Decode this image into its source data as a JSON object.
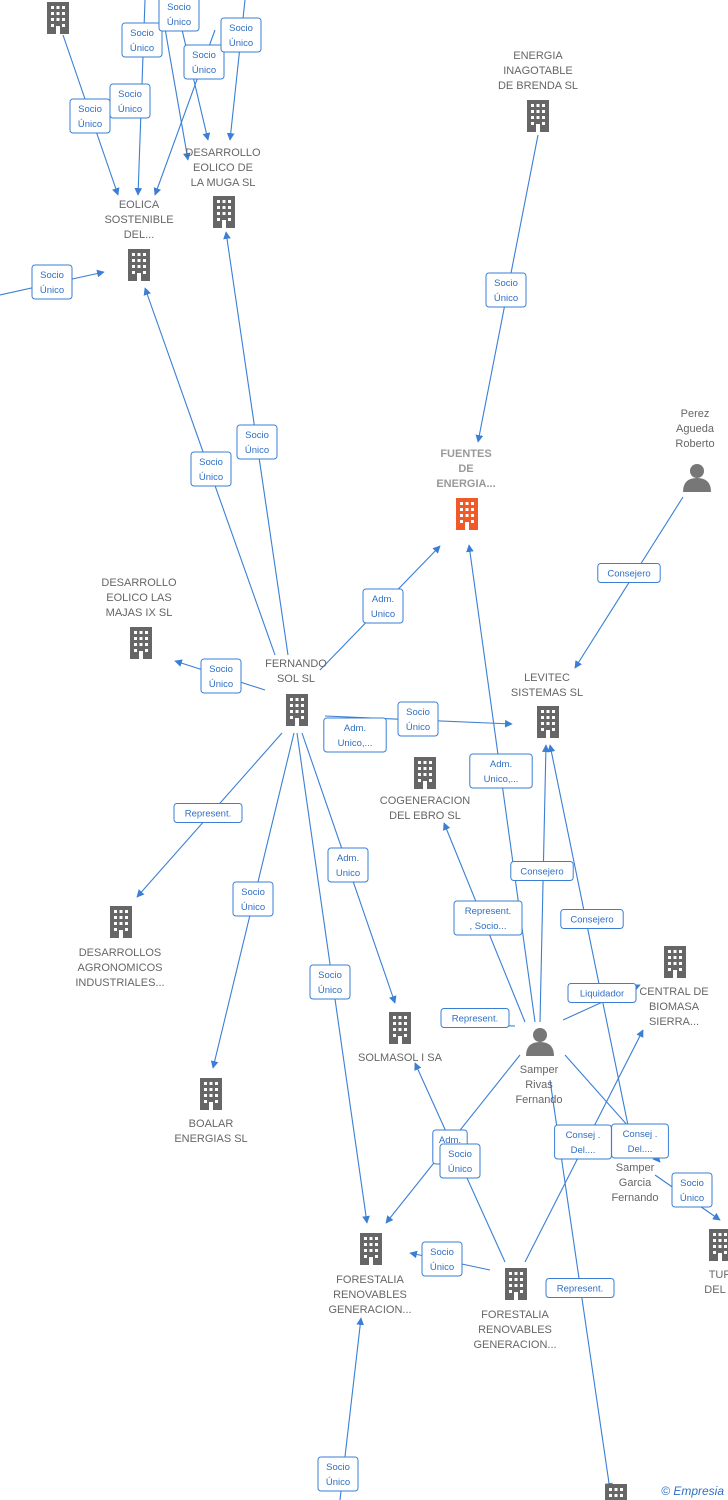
{
  "colors": {
    "edge": "#3a7fd5",
    "company": "#666666",
    "focus": "#f05a28",
    "person": "#777777"
  },
  "nodes": [
    {
      "id": "n_top_left",
      "type": "company",
      "label": []
    },
    {
      "id": "n_energia",
      "type": "company",
      "label": [
        "ENERGIA",
        "INAGOTABLE",
        "DE BRENDA  SL"
      ]
    },
    {
      "id": "n_muga",
      "type": "company",
      "label": [
        "DESARROLLO",
        "EOLICO DE",
        "LA MUGA SL"
      ]
    },
    {
      "id": "n_eolica",
      "type": "company",
      "label": [
        "EOLICA",
        "SOSTENIBLE",
        "DEL..."
      ]
    },
    {
      "id": "n_fuentes",
      "type": "focus",
      "label": [
        "FUENTES",
        "DE",
        "ENERGIA..."
      ]
    },
    {
      "id": "n_perez",
      "type": "person",
      "label": [
        "Perez",
        "Agueda",
        "Roberto"
      ]
    },
    {
      "id": "n_majas",
      "type": "company",
      "label": [
        "DESARROLLO",
        "EOLICO LAS",
        "MAJAS IX  SL"
      ]
    },
    {
      "id": "n_fernando",
      "type": "company",
      "label": [
        "FERNANDO",
        "SOL SL"
      ]
    },
    {
      "id": "n_levitec",
      "type": "company",
      "label": [
        "LEVITEC",
        "SISTEMAS  SL"
      ]
    },
    {
      "id": "n_cogen",
      "type": "company",
      "label": [
        "COGENERACION",
        "DEL EBRO  SL"
      ]
    },
    {
      "id": "n_agronom",
      "type": "company",
      "label": [
        "DESARROLLOS",
        "AGRONOMICOS",
        "INDUSTRIALES..."
      ]
    },
    {
      "id": "n_biomasa",
      "type": "company",
      "label": [
        "CENTRAL DE",
        "BIOMASA",
        "SIERRA..."
      ]
    },
    {
      "id": "n_solmasol",
      "type": "company",
      "label": [
        "SOLMASOL I SA"
      ]
    },
    {
      "id": "n_samper_r",
      "type": "person",
      "label": [
        "Samper",
        "Rivas",
        "Fernando"
      ]
    },
    {
      "id": "n_boalar",
      "type": "company",
      "label": [
        "BOALAR",
        "ENERGIAS  SL"
      ]
    },
    {
      "id": "n_samper_g",
      "type": "person",
      "label": [
        "Samper",
        "Garcia",
        "Fernando"
      ]
    },
    {
      "id": "n_forestalia1",
      "type": "company",
      "label": [
        "FORESTALIA",
        "RENOVABLES",
        "GENERACION..."
      ]
    },
    {
      "id": "n_forestalia2",
      "type": "company",
      "label": [
        "FORESTALIA",
        "RENOVABLES",
        "GENERACION..."
      ]
    },
    {
      "id": "n_tur",
      "type": "company",
      "label": [
        "TUR",
        "DEL V"
      ]
    },
    {
      "id": "n_bottom",
      "type": "company",
      "label": []
    }
  ],
  "edge_labels": [
    [
      "Socio",
      "Único"
    ],
    [
      "Socio",
      "Único"
    ],
    [
      "Socio",
      "Único"
    ],
    [
      "Socio",
      "Único"
    ],
    [
      "Socio",
      "Único"
    ],
    [
      "Socio",
      "Único"
    ],
    [
      "Socio",
      "Único"
    ],
    [
      "Socio",
      "Único"
    ],
    [
      "Socio",
      "Único"
    ],
    [
      "Socio",
      "Único"
    ],
    [
      "Adm.",
      "Unico"
    ],
    [
      "Consejero"
    ],
    [
      "Socio",
      "Único"
    ],
    [
      "Socio",
      "Único"
    ],
    [
      "Adm.",
      "Unico,..."
    ],
    [
      "Represent."
    ],
    [
      "Socio",
      "Único"
    ],
    [
      "Adm.",
      "Unico"
    ],
    [
      "Consejero"
    ],
    [
      "Represent.",
      ", Socio..."
    ],
    [
      "Consejero"
    ],
    [
      "Socio",
      "Único"
    ],
    [
      "Liquidador"
    ],
    [
      "Adm.",
      "Unico,..."
    ],
    [
      "Represent."
    ],
    [
      "Adm.",
      "U..."
    ],
    [
      "Socio",
      "Único"
    ],
    [
      "Socio",
      "Único"
    ],
    [
      "Consej .",
      "Del...."
    ],
    [
      "Consej .",
      "Del...."
    ],
    [
      "Socio",
      "Único"
    ],
    [
      "Represent."
    ],
    [
      "Socio",
      "Único"
    ]
  ],
  "footer": {
    "copyright": "©",
    "brand": "Empresia"
  }
}
